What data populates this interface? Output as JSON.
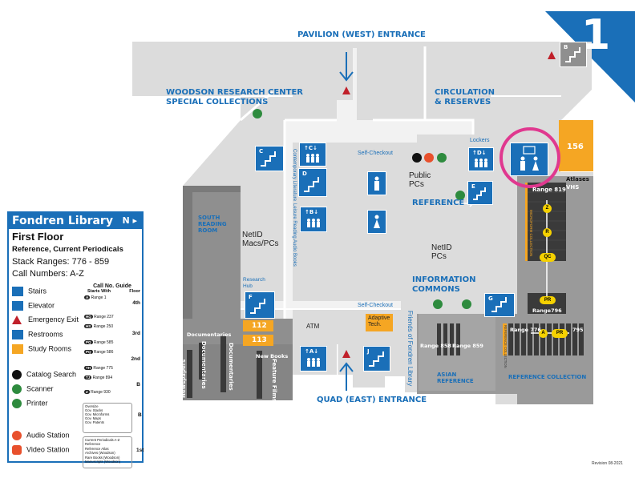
{
  "floor_number": "1",
  "entrances": {
    "west": "PAVILION (WEST) ENTRANCE",
    "east": "QUAD (EAST) ENTRANCE"
  },
  "areas": {
    "woodson_1": "WOODSON RESEARCH CENTER",
    "woodson_2": "SPECIAL COLLECTIONS",
    "circulation_1": "CIRCULATION",
    "circulation_2": "& RESERVES",
    "south_reading_1": "SOUTH",
    "south_reading_2": "READING",
    "south_reading_3": "ROOM",
    "reference": "REFERENCE",
    "info_commons_1": "INFORMATION",
    "info_commons_2": "COMMONS",
    "asian_ref_1": "ASIAN",
    "asian_ref_2": "REFERENCE",
    "reference_collection": "REFERENCE COLLECTION",
    "new_books": "New Books",
    "documentaries_1": "Documentaries",
    "documentaries_2": "Documentaries",
    "documentaries_3": "Documentaries",
    "newspapers": "Newspapers",
    "feature_films": "Feature Films",
    "friends": "Friends of Fondren Library",
    "contemporary": "Contemporary Literature",
    "leisure": "Leisure Reading Audio Books",
    "research_hub_1": "Research",
    "research_hub_2": "Hub",
    "atlases": "Atlases",
    "vhs": "VHS",
    "microforms": "MICROFORM COLLECTION",
    "ref_col_vertical": "REFERENCE COLLECTION"
  },
  "labels": {
    "self_checkout_1": "Self-Checkout",
    "self_checkout_2": "Self-Checkout",
    "lockers": "Lockers",
    "public_pcs_1": "Public",
    "public_pcs_2": "PCs",
    "netid_macs_1": "NetID",
    "netid_macs_2": "Macs/PCs",
    "netid_pcs_1": "NetID",
    "netid_pcs_2": "PCs",
    "atm": "ATM",
    "adaptive_1": "Adaptive",
    "adaptive_2": "Tech.",
    "range_819": "Range 819",
    "range_796": "Range796",
    "range_858": "Range 858",
    "range_859": "Range 859",
    "range_776": "Range 776",
    "range_795": "795",
    "room_156": "156",
    "room_112": "112",
    "room_113": "113"
  },
  "stairs": [
    "B",
    "C",
    "D",
    "E",
    "F",
    "G",
    "J"
  ],
  "elevators": [
    "↑C↓",
    "↑D↓",
    "↑B↓",
    "↑A↓"
  ],
  "markers": {
    "z": "Z",
    "r": "R",
    "qc": "QC",
    "pr": "PR",
    "a": "A",
    "pr2": "PR"
  },
  "legend": {
    "title": "Fondren Library",
    "north": "N ▸",
    "floor": "First Floor",
    "subtitle": "Reference, Current Periodicals",
    "stack_ranges": "Stack Ranges: 776 - 859",
    "call_numbers": "Call Numbers: A-Z",
    "items": {
      "stairs": "Stairs",
      "elevator": "Elevator",
      "emergency": "Emergency Exit",
      "restrooms": "Restrooms",
      "study": "Study Rooms",
      "catalog": "Catalog Search",
      "scanner": "Scanner",
      "printer": "Printer",
      "audio": "Audio Station",
      "video": "Video Station"
    },
    "guide": {
      "title": "Call No. Guide",
      "starts_with": "Starts With",
      "floor": "Floor",
      "rows": [
        {
          "code": "A",
          "range": "Range 1",
          "floor": "4th"
        },
        {
          "code": "HQ",
          "range": "Range 237",
          "floor": ""
        },
        {
          "code": "HS",
          "range": "Range 250",
          "floor": "3rd"
        },
        {
          "code": "PQ",
          "range": "Range 585",
          "floor": ""
        },
        {
          "code": "PQ",
          "range": "Range 586",
          "floor": "2nd"
        },
        {
          "code": "TH",
          "range": "Range 775",
          "floor": ""
        },
        {
          "code": "TJ",
          "range": "Range 894",
          "floor": "B"
        },
        {
          "code": "Z",
          "range": "Range 930",
          "floor": ""
        }
      ],
      "oversize": [
        "Oversize",
        "Gov. Stacks",
        "Gov. Microforms",
        "Gov. Maps",
        "Gov. Patents"
      ],
      "oversize_floor": "B",
      "first": [
        "Current Periodicals A-Z",
        "Reference",
        "Reference Atlas",
        "Archives (Woodson)",
        "Rare Books (Woodson)",
        "Manuscripts (Woodson)"
      ],
      "first_floor": "1st"
    }
  },
  "revision": "Revision 08-2021",
  "colors": {
    "blue": "#1a6fb8",
    "green": "#2e8b3e",
    "orange": "#f5a623",
    "magenta": "#e0388f",
    "red": "#c0202a",
    "floor_light": "#dcdcdc",
    "floor_mid": "#b9b9b9",
    "floor_dark": "#8f8f8f",
    "stack": "#3a3a3a"
  }
}
